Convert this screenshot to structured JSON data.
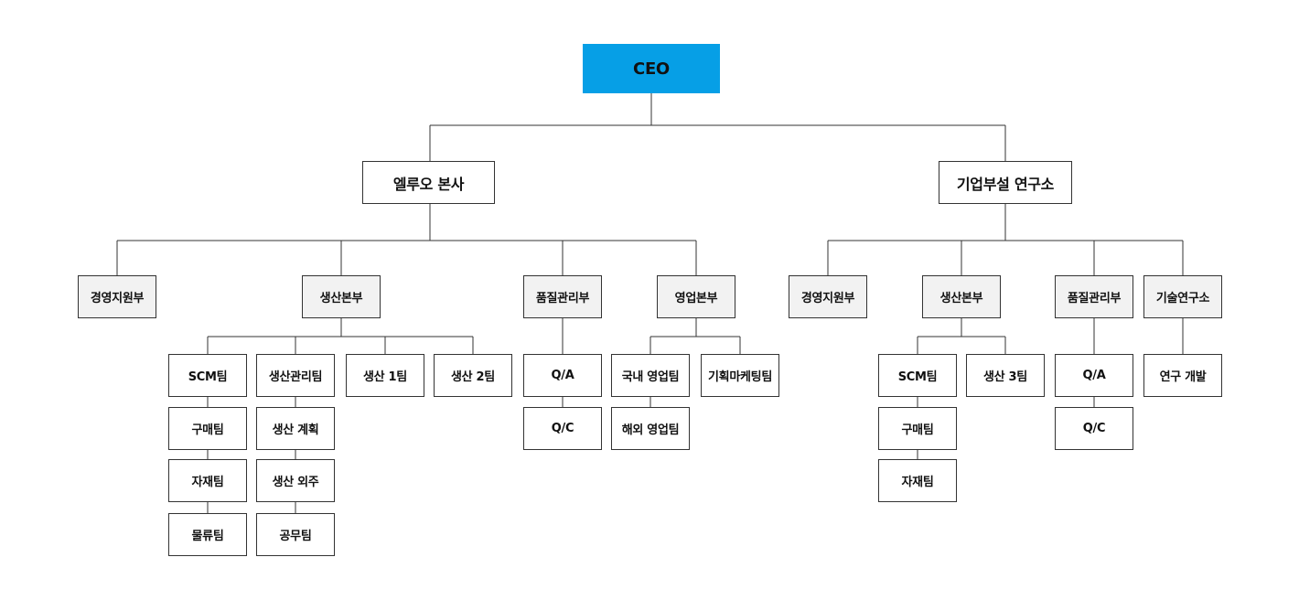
{
  "colors": {
    "ceo_fill": "#069fe6",
    "dept_fill": "#f2f2f2",
    "team_fill": "#ffffff",
    "line": "#333333"
  },
  "ceo": "CEO",
  "hq": {
    "title": "엘루오 본사",
    "departments": {
      "management_support": "경영지원부",
      "production": {
        "title": "생산본부",
        "scm": {
          "title": "SCM팀",
          "teams": [
            "구매팀",
            "자재팀",
            "물류팀"
          ]
        },
        "production_management": {
          "title": "생산관리팀",
          "teams": [
            "생산 계획",
            "생산 외주",
            "공무팀"
          ]
        },
        "production_1": "생산 1팀",
        "production_2": "생산 2팀"
      },
      "quality": {
        "title": "품질관리부",
        "teams": [
          "Q/A",
          "Q/C"
        ]
      },
      "sales": {
        "title": "영업본부",
        "domestic": "국내 영업팀",
        "overseas": "해외 영업팀",
        "planning_marketing": "기획마케팅팀"
      }
    }
  },
  "lab": {
    "title": "기업부설 연구소",
    "departments": {
      "management_support": "경영지원부",
      "production": {
        "title": "생산본부",
        "scm": {
          "title": "SCM팀",
          "teams": [
            "구매팀",
            "자재팀"
          ]
        },
        "production_3": "생산 3팀"
      },
      "quality": {
        "title": "품질관리부",
        "teams": [
          "Q/A",
          "Q/C"
        ]
      },
      "research": {
        "title": "기술연구소",
        "teams": [
          "연구 개발"
        ]
      }
    }
  }
}
